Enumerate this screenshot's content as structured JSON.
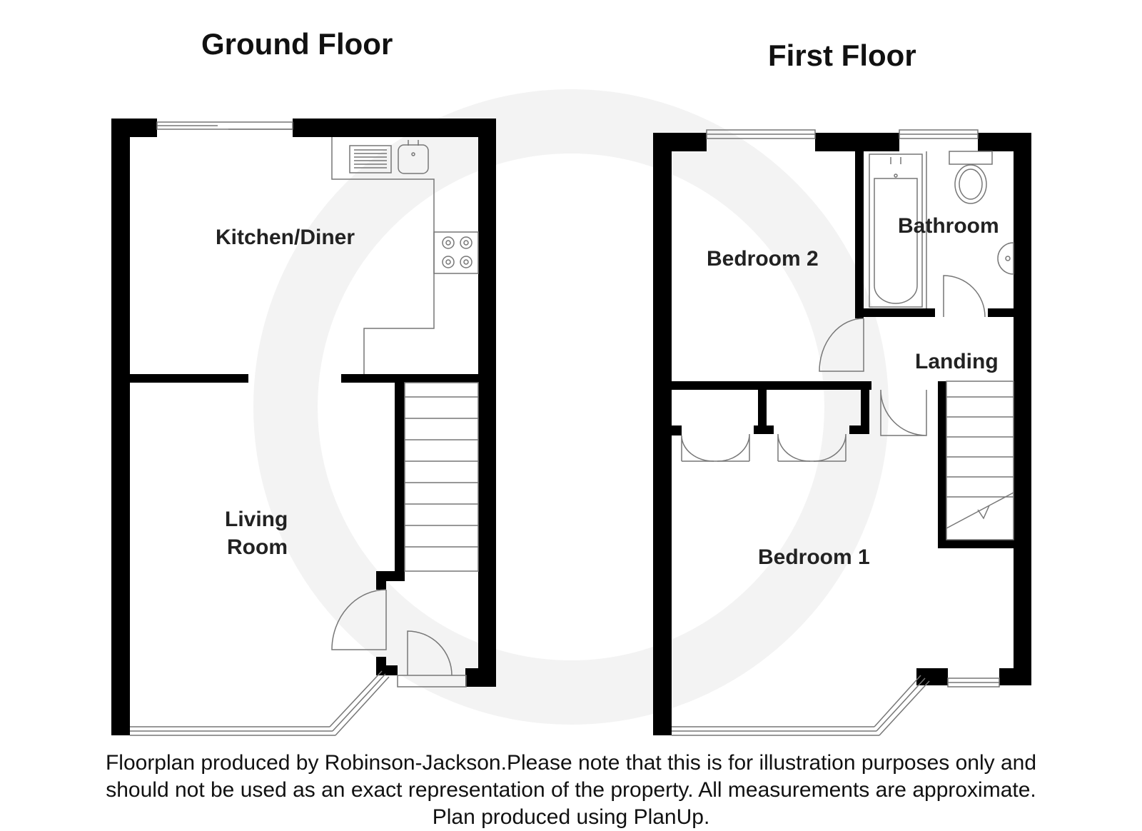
{
  "floors": {
    "ground": {
      "title": "Ground Floor",
      "rooms": {
        "kitchen": "Kitchen/Diner",
        "living_line1": "Living",
        "living_line2": "Room"
      }
    },
    "first": {
      "title": "First Floor",
      "rooms": {
        "bedroom2": "Bedroom 2",
        "bathroom": "Bathroom",
        "landing": "Landing",
        "bedroom1": "Bedroom 1"
      }
    }
  },
  "disclaimer": {
    "line1": "Floorplan produced by Robinson-Jackson.Please note that this is for illustration purposes only and",
    "line2": "should not be used as an exact representation of the property. All measurements are approximate.",
    "line3": "Plan produced using PlanUp."
  },
  "colors": {
    "wall": "#000000",
    "fixture_line": "#777777",
    "watermark": "#f2f2f2"
  }
}
